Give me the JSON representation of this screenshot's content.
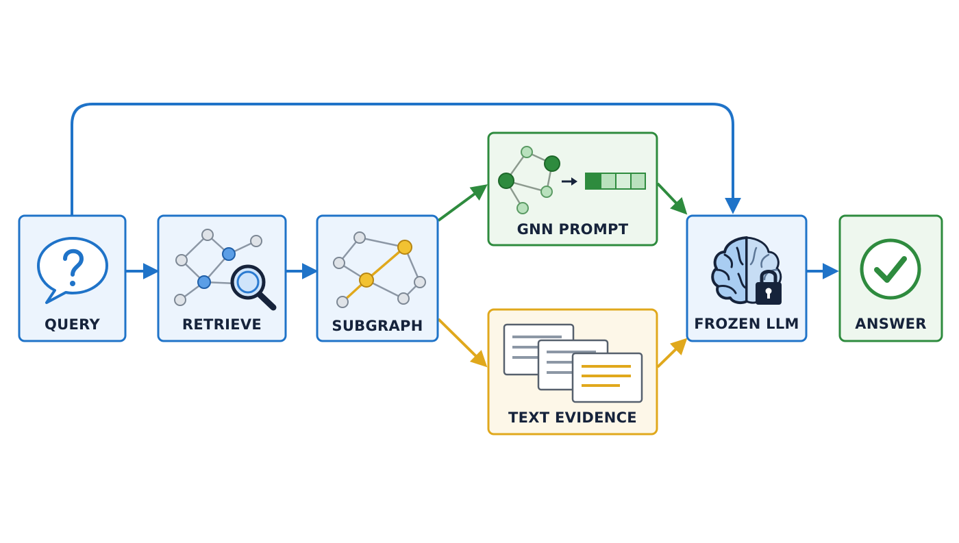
{
  "nodes": {
    "query": {
      "label": "QUERY",
      "icon": "speech-bubble-question-icon"
    },
    "retrieve": {
      "label": "RETRIEVE",
      "icon": "graph-magnifier-icon"
    },
    "subgraph": {
      "label": "SUBGRAPH",
      "icon": "subgraph-highlight-icon"
    },
    "gnn_prompt": {
      "label": "GNN PROMPT",
      "icon": "graph-to-embedding-icon"
    },
    "text_evidence": {
      "label": "TEXT EVIDENCE",
      "icon": "stacked-documents-icon"
    },
    "frozen_llm": {
      "label": "FROZEN LLM",
      "icon": "brain-lock-icon"
    },
    "answer": {
      "label": "ANSWER",
      "icon": "check-circle-icon"
    }
  },
  "colors": {
    "blue": "#1f73c8",
    "blue_fill": "#ecf4fd",
    "green": "#2e8b3e",
    "green_fill": "#eef7ee",
    "gold": "#e0a81c",
    "gold_fill": "#fdf7e8",
    "text": "#16233b"
  }
}
